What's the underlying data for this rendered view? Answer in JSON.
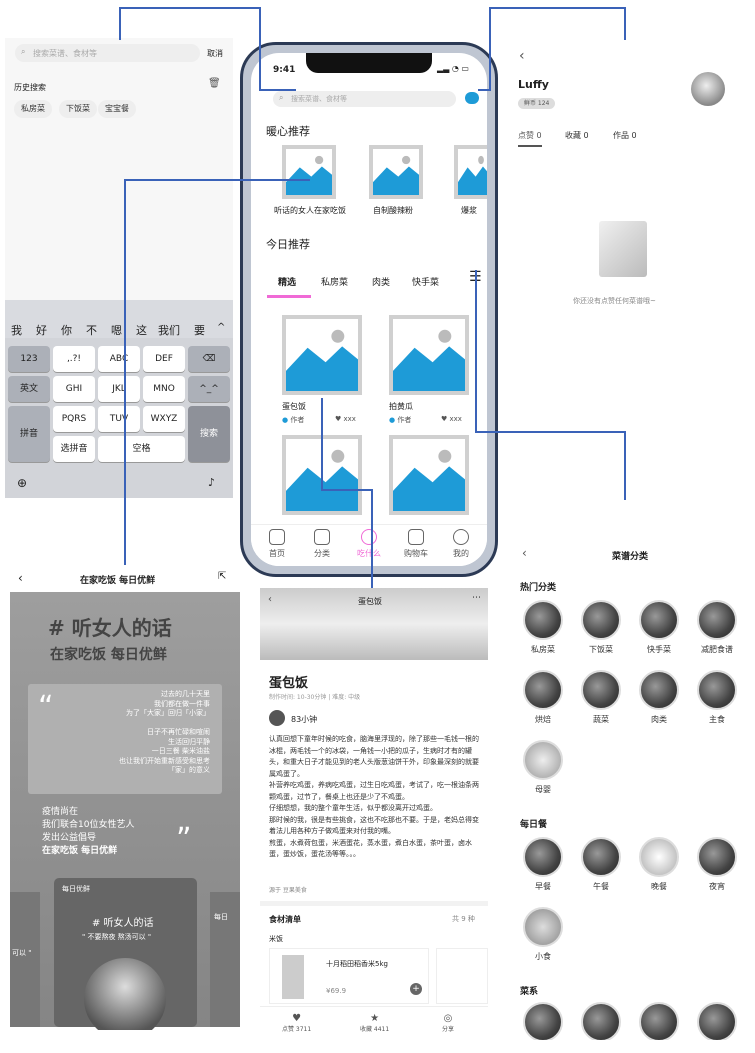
{
  "search_screen": {
    "placeholder": "搜索菜谱、食材等",
    "cancel": "取消",
    "history_title": "历史搜索",
    "history": [
      "私房菜",
      "下饭菜",
      "宝宝餐"
    ],
    "candidates": [
      "我",
      "好",
      "你",
      "不",
      "嗯",
      "这",
      "我们",
      "要"
    ],
    "keys_row1": [
      "123",
      ",.?!",
      "ABC",
      "DEF"
    ],
    "keys_row2": [
      "英文",
      "GHI",
      "JKL",
      "MNO"
    ],
    "keys_row3": [
      "拼音",
      "PQRS",
      "TUV",
      "WXYZ"
    ],
    "keys_row4": [
      "选拼音",
      "空格"
    ],
    "search_key": "搜索"
  },
  "home": {
    "time": "9:41",
    "search_placeholder": "搜索菜谱、食材等",
    "section1": "暖心推荐",
    "cards": [
      "听话的女人在家吃饭",
      "自制酸辣粉",
      "爆浆"
    ],
    "section2": "今日推荐",
    "tabs": [
      "精选",
      "私房菜",
      "肉类",
      "快手菜"
    ],
    "items": [
      {
        "title": "蛋包饭",
        "author": "作者",
        "likes": "xxx"
      },
      {
        "title": "拍黄瓜",
        "author": "作者",
        "likes": "xxx"
      }
    ],
    "nav": [
      "首页",
      "分类",
      "吃什么",
      "购物车",
      "我的"
    ]
  },
  "profile": {
    "name": "Luffy",
    "coins": "鲜币 124",
    "stats": [
      "点赞 0",
      "收藏 0",
      "作品 0"
    ],
    "empty": "你还没有点赞任何菜谱哦~"
  },
  "article": {
    "title": "在家吃饭 每日优鲜",
    "hero1": "# 听女人的话",
    "hero2": "在家吃饭 每日优鲜",
    "quote_lines": [
      "过去的几十天里",
      "我们都在做一件事",
      "为了「大家」回归「小家」",
      "",
      "日子不再忙碌和喧闹",
      "生活回归平静",
      "一日三餐 柴米油盐",
      "也让我们开始重新感受和思考",
      "「家」的意义"
    ],
    "bottom_lines": [
      "疫情尚在",
      "我们联合10位女性艺人",
      "发出公益倡导",
      "在家吃饭 每日优鲜"
    ],
    "brand": "每日优鲜",
    "card_title": "# 听女人的话",
    "card_sub": "\" 不要熬夜 熬汤可以 \"",
    "side_left": "可以 \"",
    "side_right": "每日"
  },
  "recipe": {
    "header": "蛋包饭",
    "title": "蛋包饭",
    "meta": "制作时间: 10-30分钟 | 难度: 中级",
    "author": "83小钟",
    "body": "认真回想下童年时候的吃食，脑海里浮现的，除了那些一毛钱一根的冰棍，两毛钱一个的冰袋，一角钱一小把的瓜子，生病时才有的罐头，和重大日子才能见到的老人头版葱油饼干外，印象最深刻的就要属鸡蛋了。\n补营养吃鸡蛋，养病吃鸡蛋，过生日吃鸡蛋，考试了，吃一根油条两颗鸡蛋，过节了，餐桌上也还是少了不鸡蛋。\n仔细想想，我的整个童年生活，似乎都没离开过鸡蛋。\n那时候的我，很是有些挑食，这也不吃那也不要。于是，老妈总得变着法儿用各种方子做鸡蛋来对付我的嘴。\n煎蛋，水煮荷包蛋，米酒蛋花，蒸水蛋，煮白水蛋，茶叶蛋，卤水蛋，蛋炒饭，蛋花汤等等。。。",
    "source": "源于 豆果美食",
    "ingredients_title": "食材清单",
    "count": "共 9 种",
    "category": "米饭",
    "product": "十月稻田稻香米5kg",
    "price": "¥69.9",
    "likes": "点赞 3711",
    "favorites": "收藏 4411",
    "share": "分享"
  },
  "category": {
    "title": "菜谱分类",
    "hot": "热门分类",
    "hot_items": [
      "私房菜",
      "下饭菜",
      "快手菜",
      "减肥食谱",
      "烘焙",
      "蔬菜",
      "肉类",
      "主食",
      "母婴"
    ],
    "daily": "每日餐",
    "daily_items": [
      "早餐",
      "午餐",
      "晚餐",
      "夜宵",
      "小食"
    ],
    "cuisine": "菜系"
  },
  "colors": {
    "accent": "#1e9bd7",
    "pink": "#f06ad6",
    "connector": "#3a62b8"
  }
}
